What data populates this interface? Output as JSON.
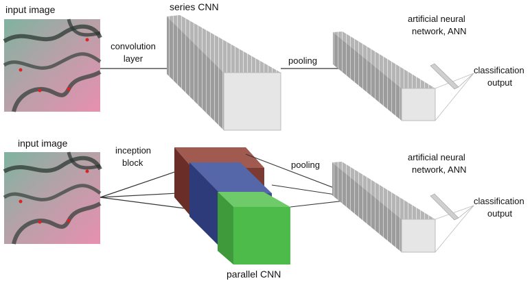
{
  "series": {
    "input_label": "input image",
    "title": "series CNN",
    "conv_label_line1": "convolution",
    "conv_label_line2": "layer",
    "pooling_label": "pooling",
    "ann_line1": "artificial neural",
    "ann_line2": "network, ANN",
    "output_line1": "classification",
    "output_line2": "output"
  },
  "parallel": {
    "input_label": "input image",
    "title": "parallel CNN",
    "inception_line1": "inception",
    "inception_line2": "block",
    "pooling_label": "pooling",
    "ann_line1": "artificial neural",
    "ann_line2": "network, ANN",
    "output_line1": "classification",
    "output_line2": "output"
  },
  "colors": {
    "gray_face": "#e6e6e6",
    "gray_side": "#9a9a9a",
    "red_block": "#7b3b33",
    "blue_block": "#3c4d92",
    "green_block": "#4dbb4a",
    "image_pink": "#e08aa6",
    "image_teal": "#8fb6a8"
  }
}
